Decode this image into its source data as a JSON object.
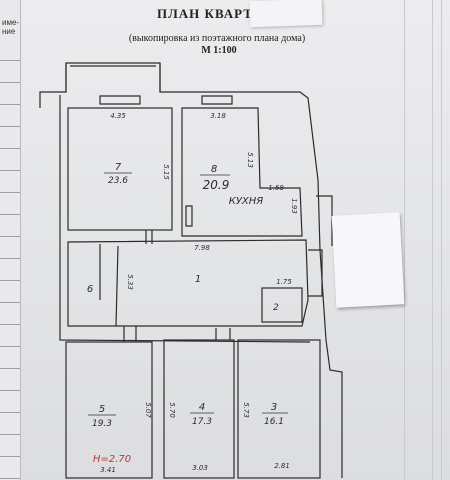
{
  "header": {
    "title": "ПЛАН КВАРТИР",
    "subtitle": "(выкопировка из поэтажного плана дома)",
    "scale": "М 1:100"
  },
  "binder": {
    "text": "име-\nние"
  },
  "rooms": {
    "r7": {
      "number": "7",
      "area": "23.6"
    },
    "r8": {
      "number": "8",
      "area": "20.9",
      "label": "КУХНЯ"
    },
    "r1": {
      "number": "1"
    },
    "r2": {
      "number": "2"
    },
    "r6": {
      "number": "6"
    },
    "r5": {
      "number": "5",
      "area": "19.3"
    },
    "r4": {
      "number": "4",
      "area": "17.3"
    },
    "r3": {
      "number": "3",
      "area": "16.1"
    }
  },
  "dimensions": {
    "d_435": "4.35",
    "d_318": "3.18",
    "d_515": "5.15",
    "d_513": "5.13",
    "d_168": "1.68",
    "d_193": "1.93",
    "d_798": "7.98",
    "d_533": "5.33",
    "d_175": "1.75",
    "d_507": "5.07",
    "d_570": "5.70",
    "d_573": "5.73",
    "d_341": "3.41",
    "d_303": "3.03",
    "d_281": "2.81"
  },
  "height_note": "H=2.70"
}
